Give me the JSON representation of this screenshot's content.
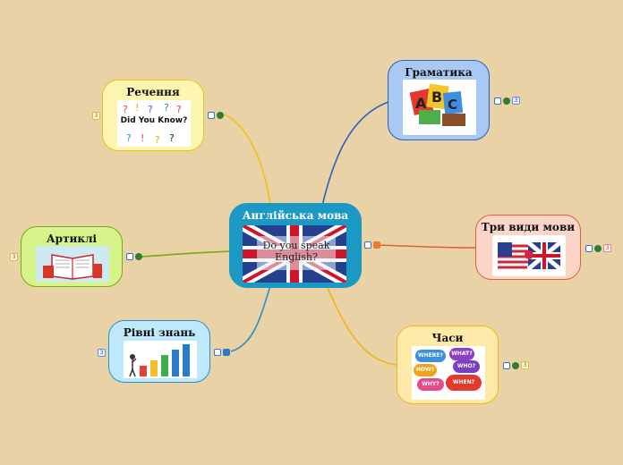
{
  "center": {
    "title": "Англійська мова",
    "image_text": "Do you speak English?"
  },
  "branches": [
    {
      "id": "grammar",
      "title": "Граматика",
      "badge": "3"
    },
    {
      "id": "sentences",
      "title": "Речення",
      "badge": "3"
    },
    {
      "id": "articles",
      "title": "Артиклі",
      "badge": "3"
    },
    {
      "id": "levels",
      "title": "Рівні знань",
      "badge": "3"
    },
    {
      "id": "three-types",
      "title": "Три види мови",
      "badge": "3"
    },
    {
      "id": "tenses",
      "title": "Часи",
      "badge": "3"
    }
  ],
  "images": {
    "sentences": "Did You Know?",
    "tenses": [
      "WHERE?",
      "WHAT?",
      "HOW?",
      "WHO?",
      "WHY?",
      "WHEN?"
    ]
  },
  "colors": {
    "background": "#e9d3a6",
    "center": "#1b98c4",
    "grammar": "#a9c9f5",
    "sentences": "#fdf6b0",
    "articles": "#d6f48a",
    "levels": "#bfe8fb",
    "three_types": "#fbd5c8",
    "tenses": "#fde9a8"
  }
}
